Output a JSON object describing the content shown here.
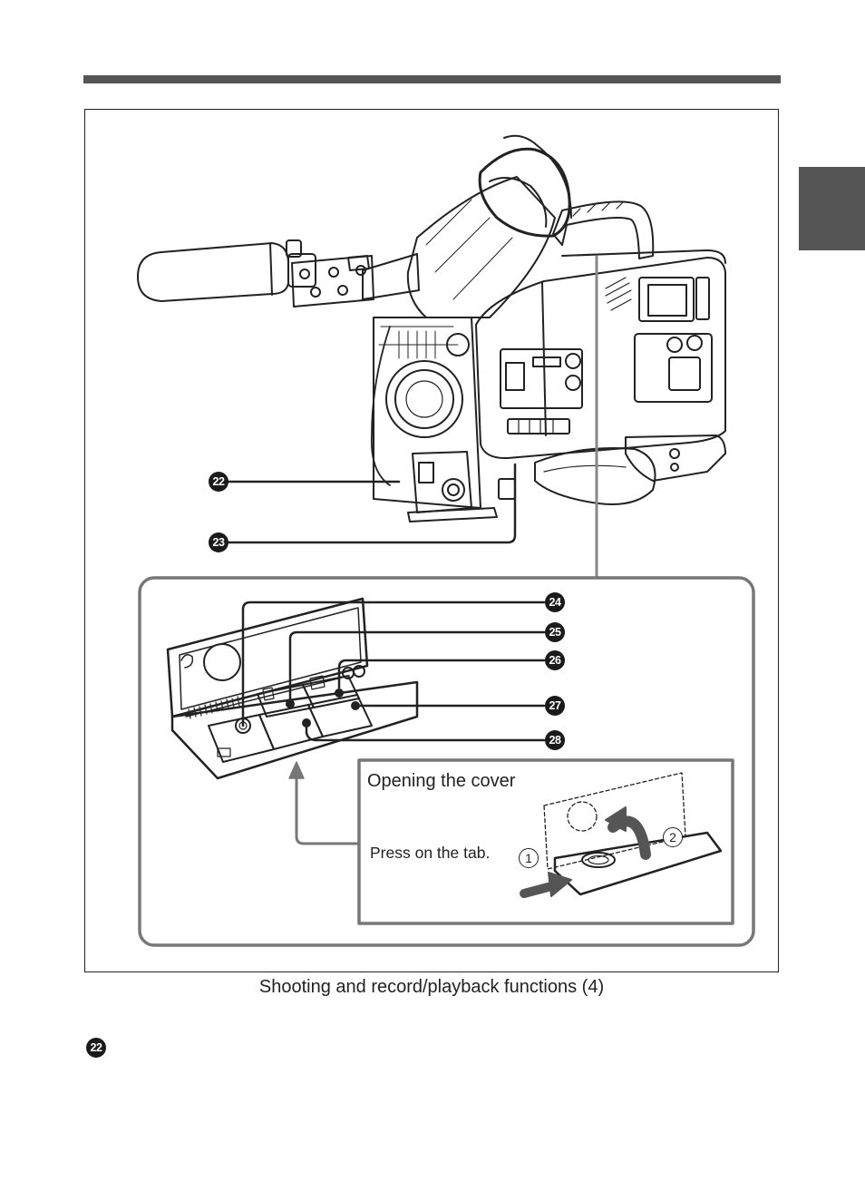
{
  "figure": {
    "caption": "Shooting and record/playback functions (4)",
    "callouts": [
      "22",
      "23",
      "24",
      "25",
      "26",
      "27",
      "28"
    ],
    "inset": {
      "title": "Opening the cover",
      "instruction": "Press on the tab.",
      "steps": [
        "1",
        "2"
      ]
    }
  },
  "body": {
    "item_marker": "22"
  }
}
